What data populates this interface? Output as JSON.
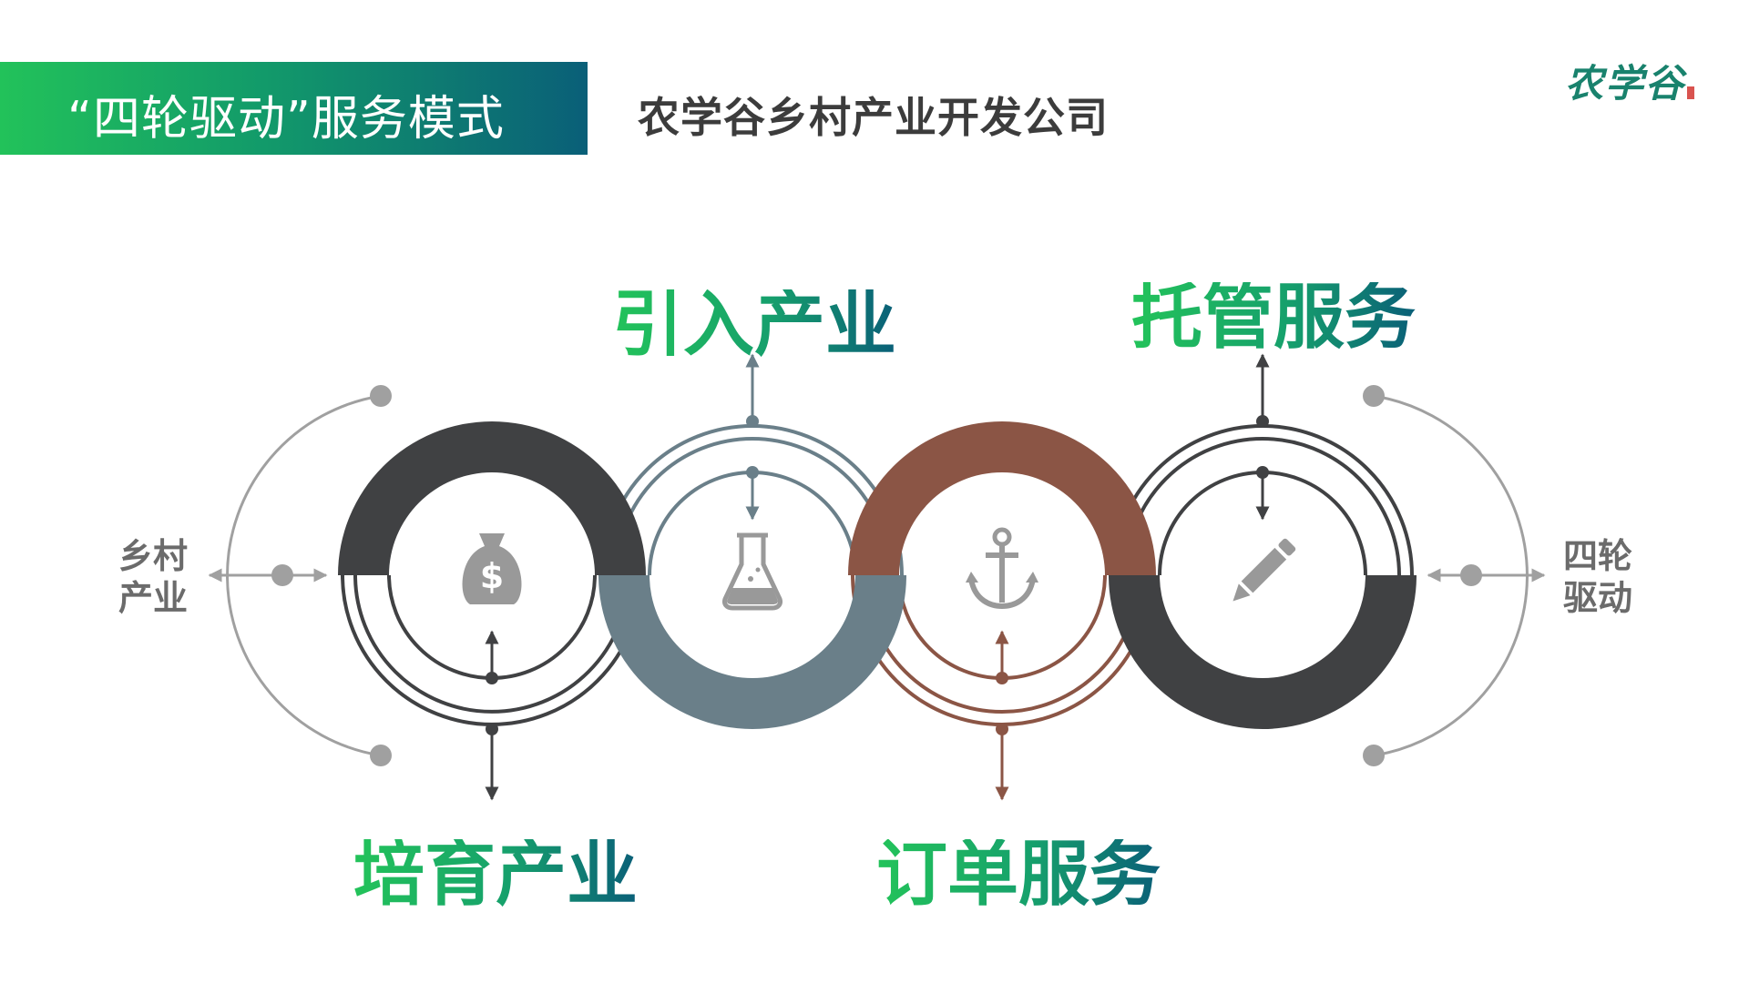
{
  "header": {
    "banner_title": "“四轮驱动”服务模式",
    "company": "农学谷乡村产业开发公司",
    "logo_text": "农学谷"
  },
  "labels": {
    "introduce": "引入产业",
    "cultivate": "培育产业",
    "custody": "托管服务",
    "order": "订单服务",
    "left_line1": "乡村",
    "left_line2": "产业",
    "right_line1": "四轮",
    "right_line2": "驱动"
  },
  "icons": [
    "money-bag-icon",
    "flask-icon",
    "anchor-icon",
    "pencil-icon"
  ],
  "colors": {
    "dark": "#404143",
    "slate": "#6a7f89",
    "brown": "#8b5545",
    "gray": "#a0a0a0",
    "icon": "#999999",
    "title_start": "#23c35a",
    "title_end": "#0a5f78"
  }
}
